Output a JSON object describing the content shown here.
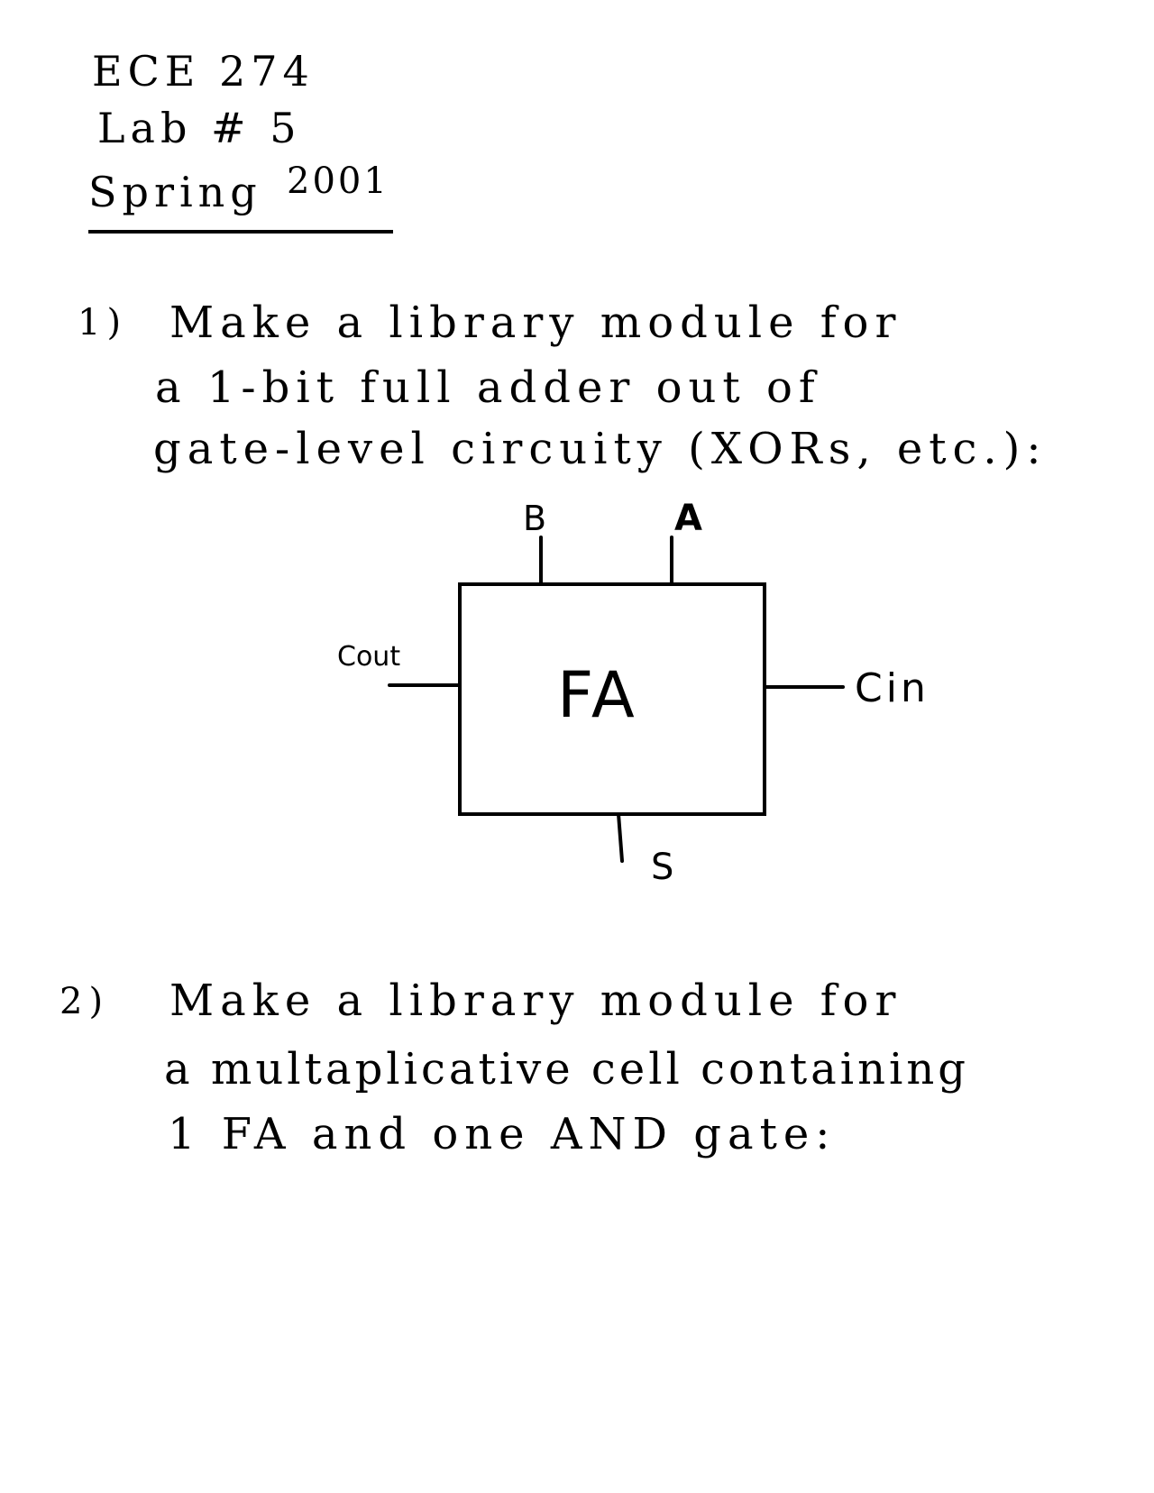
{
  "header": {
    "course": "ECE 274",
    "lab": "Lab # 5",
    "term": "Spring",
    "year": "2001"
  },
  "problem1": {
    "number": "1)",
    "line1": "Make a library module for",
    "line2": "a 1-bit full adder out of",
    "line3": "gate-level circuity (XORs, etc.):"
  },
  "diagram": {
    "block_label": "FA",
    "input_b": "B",
    "input_a": "A",
    "carry_out": "Cout",
    "carry_in": "Cin",
    "sum": "S"
  },
  "problem2": {
    "number": "2)",
    "line1": "Make a library module for",
    "line2": "a multaplicative cell containing",
    "line3": "1 FA and one AND gate:"
  }
}
